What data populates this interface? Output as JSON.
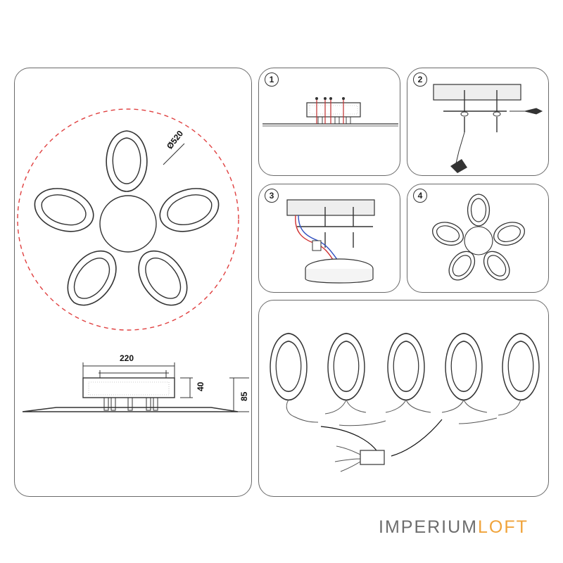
{
  "panels": {
    "overview": {
      "diameter_label": "Ø520",
      "width_label": "220",
      "body_height_label": "40",
      "total_height_label": "85"
    },
    "steps": [
      {
        "number": "1"
      },
      {
        "number": "2"
      },
      {
        "number": "3"
      },
      {
        "number": "4"
      }
    ],
    "wiring": {}
  },
  "brand": {
    "part1": "IMPERIUM",
    "part2": "LOFT",
    "color1": "#6d6d6d",
    "color2": "#f0a33a"
  },
  "colors": {
    "outline": "#333333",
    "dashed_circle": "#e04040",
    "wire_red": "#d03030",
    "wire_blue": "#3050c0"
  }
}
